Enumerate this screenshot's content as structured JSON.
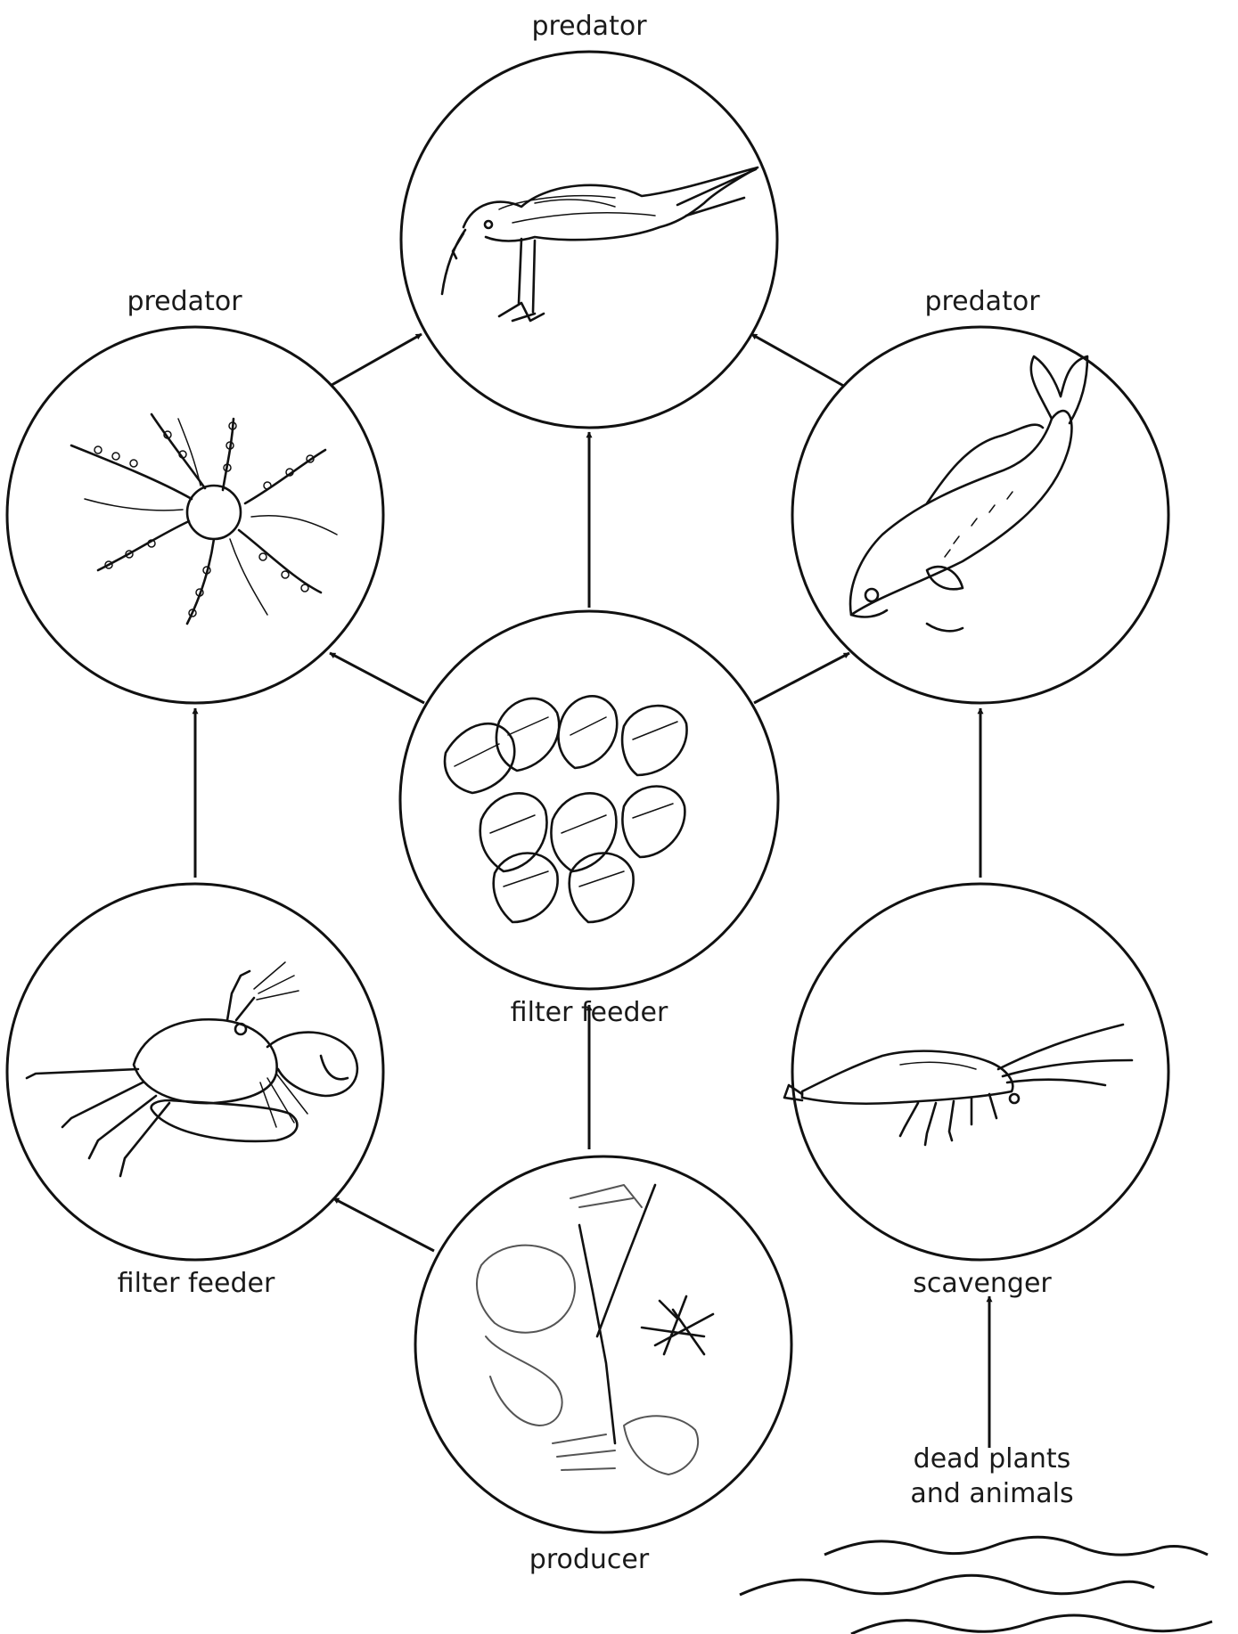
{
  "nodes": {
    "gull": {
      "label": "predator"
    },
    "starfish": {
      "label": "predator"
    },
    "fish": {
      "label": "predator"
    },
    "mussels": {
      "label": "filter feeder"
    },
    "crab": {
      "label": "filter feeder"
    },
    "shrimp": {
      "label": "scavenger"
    },
    "plankton": {
      "label": "producer"
    }
  },
  "detritus": {
    "label_line1": "dead plants",
    "label_line2": "and animals"
  },
  "edges": [
    {
      "from": "plankton",
      "to": "mussels"
    },
    {
      "from": "plankton",
      "to": "crab"
    },
    {
      "from": "crab",
      "to": "starfish"
    },
    {
      "from": "mussels",
      "to": "starfish"
    },
    {
      "from": "mussels",
      "to": "gull"
    },
    {
      "from": "mussels",
      "to": "fish"
    },
    {
      "from": "starfish",
      "to": "gull"
    },
    {
      "from": "fish",
      "to": "gull"
    },
    {
      "from": "shrimp",
      "to": "fish"
    },
    {
      "from": "detritus",
      "to": "shrimp"
    }
  ],
  "colors": {
    "line": "#111111",
    "background": "#ffffff"
  }
}
